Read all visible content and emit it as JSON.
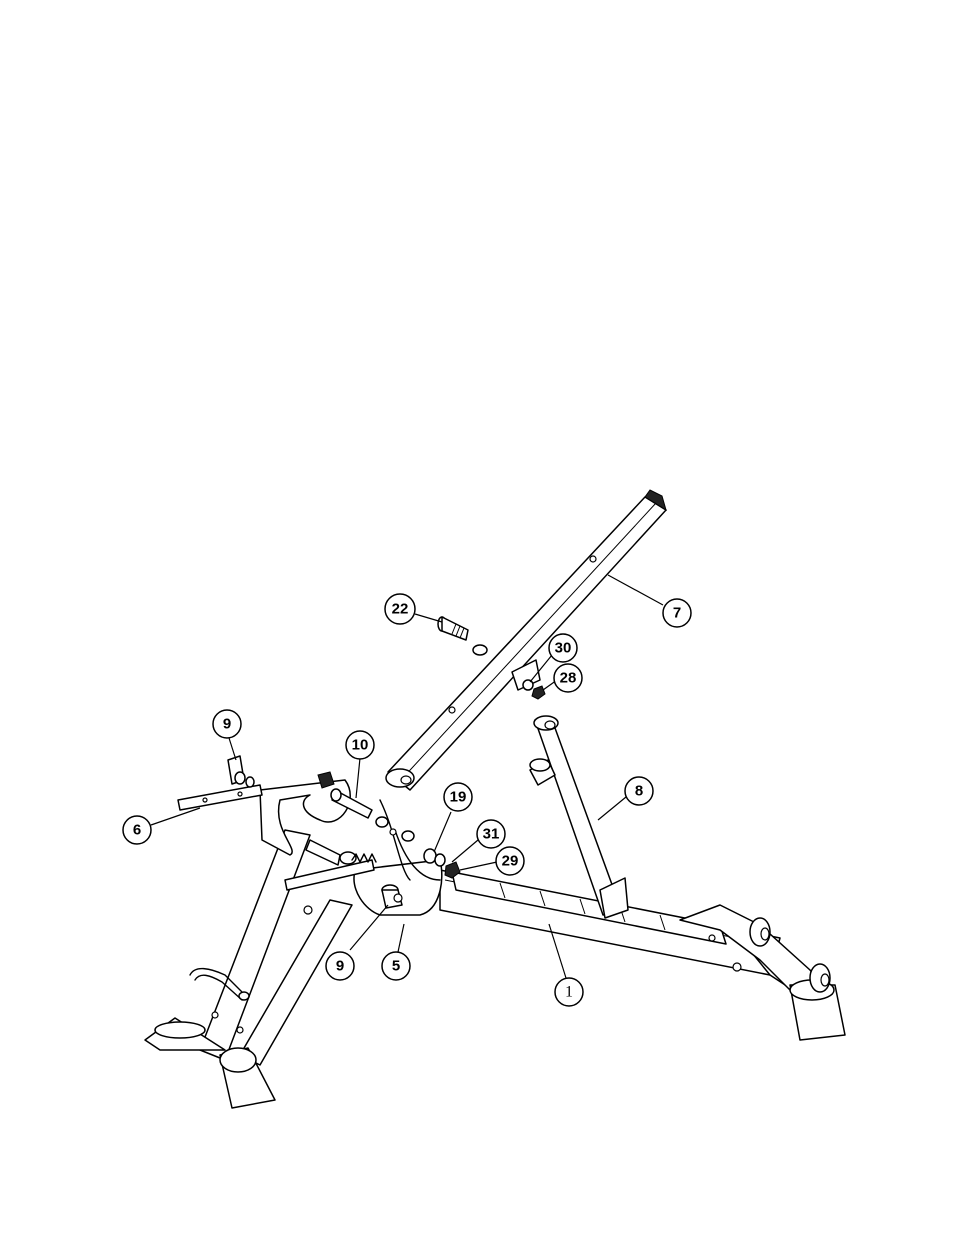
{
  "callouts": [
    {
      "id": "c22",
      "label": "22"
    },
    {
      "id": "c7",
      "label": "7"
    },
    {
      "id": "c30",
      "label": "30"
    },
    {
      "id": "c28",
      "label": "28"
    },
    {
      "id": "c9a",
      "label": "9"
    },
    {
      "id": "c10",
      "label": "10"
    },
    {
      "id": "c19",
      "label": "19"
    },
    {
      "id": "c8",
      "label": "8"
    },
    {
      "id": "c31",
      "label": "31"
    },
    {
      "id": "c29",
      "label": "29"
    },
    {
      "id": "c6",
      "label": "6"
    },
    {
      "id": "c9b",
      "label": "9"
    },
    {
      "id": "c5",
      "label": "5"
    },
    {
      "id": "c1",
      "label": "1"
    }
  ]
}
